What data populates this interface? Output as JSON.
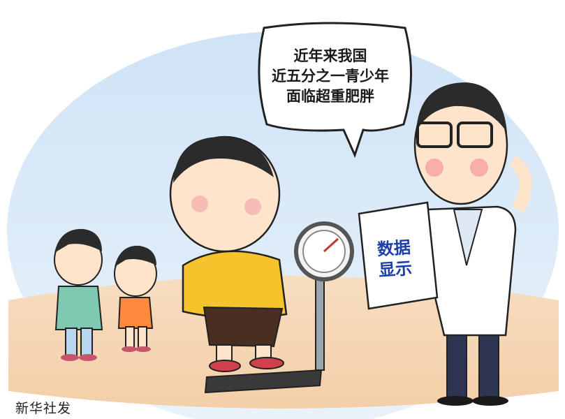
{
  "speech_bubble": {
    "lines": [
      "近年来我国",
      "近五分之一青少年",
      "面临超重肥胖"
    ]
  },
  "document": {
    "lines": [
      "数据",
      "显示"
    ]
  },
  "credit": "新华社发"
}
